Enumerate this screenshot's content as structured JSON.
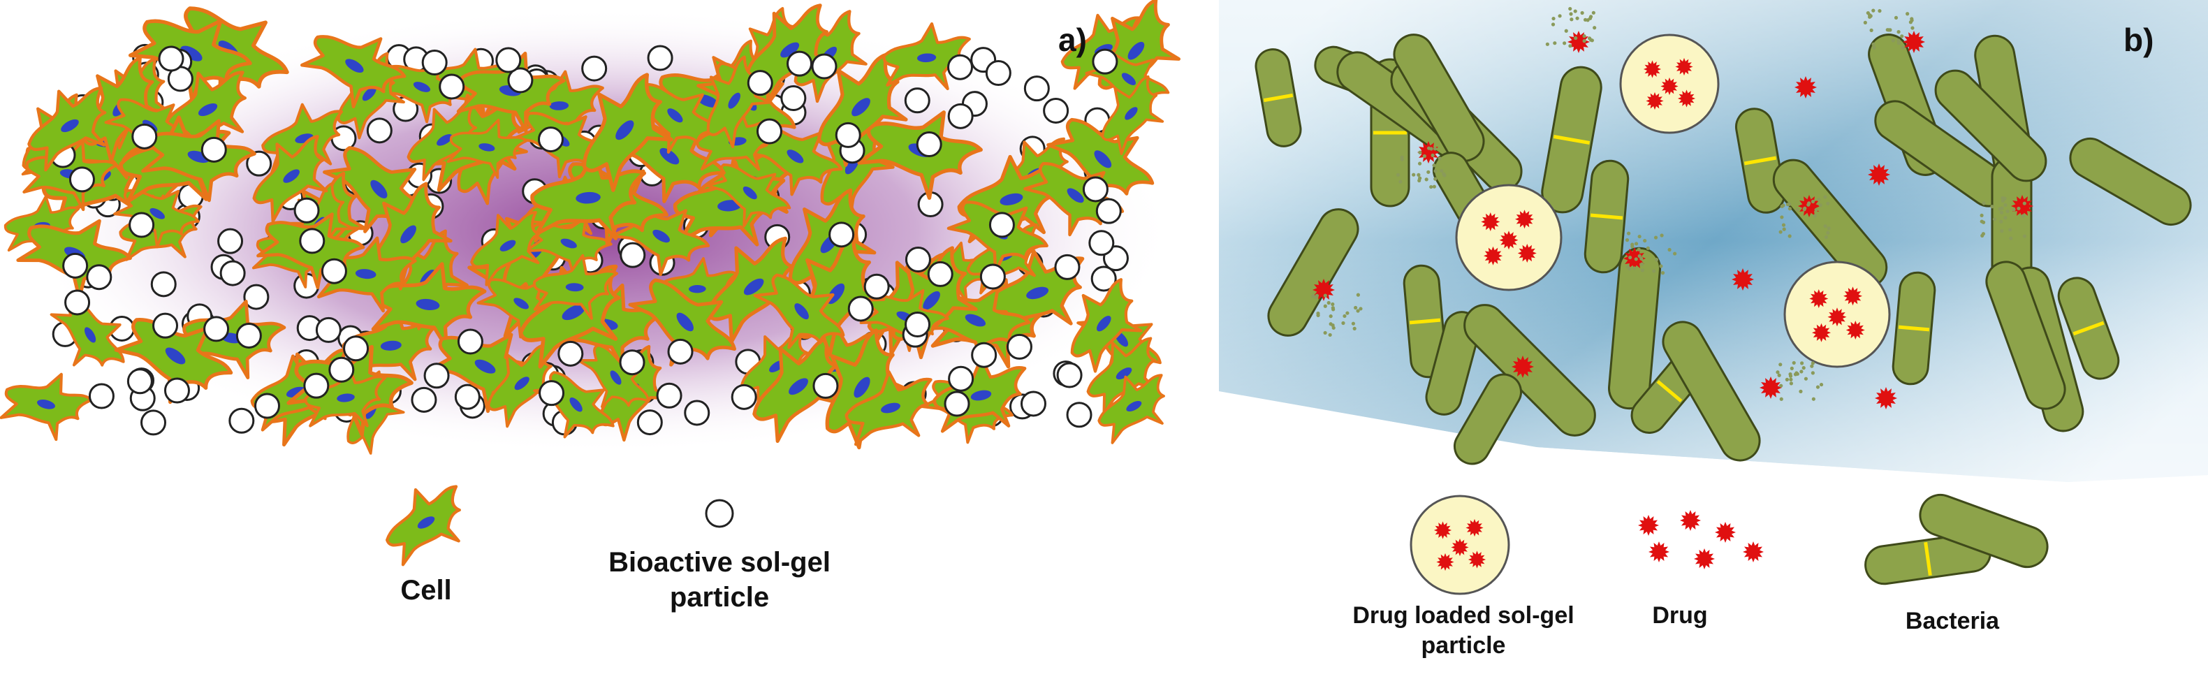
{
  "panel_a": {
    "letter": "a)",
    "legend": {
      "cell": "Cell",
      "particle": "Bioactive sol-gel particle"
    }
  },
  "panel_b": {
    "letter": "b)",
    "legend": {
      "loaded": "Drug loaded sol-gel particle",
      "drug": "Drug",
      "bacteria": "Bacteria"
    }
  },
  "colors": {
    "cell_body": "#7dbb1a",
    "cell_outline": "#e8751a",
    "cell_nucleus": "#2e44c8",
    "particle_fill": "#ffffff",
    "particle_stroke": "#222222",
    "panel_a_glow": "#9a4aa0",
    "panel_b_glow": "#6ba6c6",
    "bacteria_fill": "#8da34a",
    "bacteria_stroke": "#3f4a1a",
    "septum": "#ffe600",
    "drug": "#e01010",
    "loaded_particle_fill": "#fbf6c4"
  }
}
